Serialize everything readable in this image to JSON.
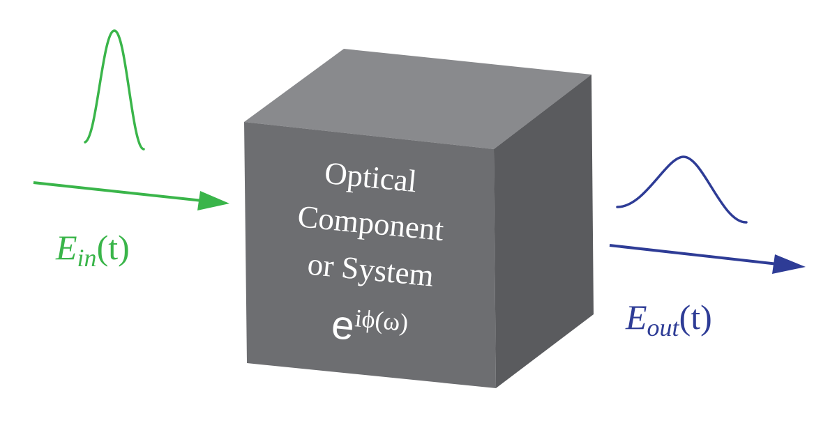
{
  "colors": {
    "input": "#3ab54a",
    "output": "#2e3c96",
    "cube_front": "#6d6e71",
    "cube_top": "#898a8d",
    "cube_side": "#5a5b5e",
    "cube_text": "#ffffff"
  },
  "box": {
    "label_lines": [
      "Optical",
      "Component",
      "or System"
    ],
    "transfer_base": "e",
    "transfer_exponent": "iϕ(ω)"
  },
  "input": {
    "symbol": "E",
    "subscript": "in",
    "argument": "(t)",
    "pulse": "narrow-gaussian",
    "direction_icon": "arrow-right"
  },
  "output": {
    "symbol": "E",
    "subscript": "out",
    "argument": "(t)",
    "pulse": "broadened-gaussian",
    "direction_icon": "arrow-right"
  }
}
